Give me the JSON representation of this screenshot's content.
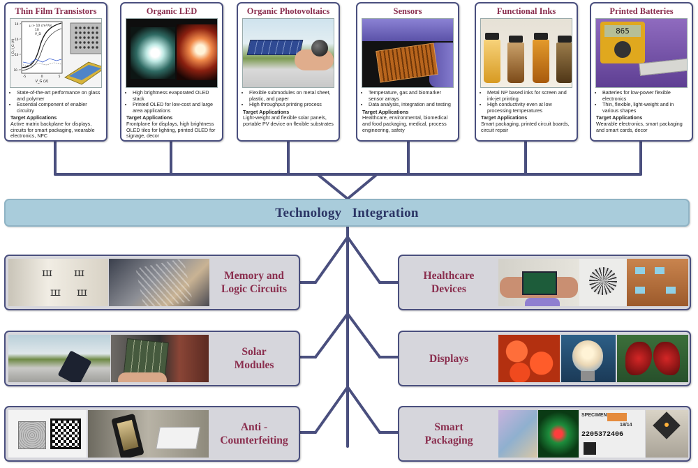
{
  "technologies": [
    {
      "title": "Thin Film Transistors",
      "bullets": [
        "State-of-the-art performance on glass and polymer",
        "Essential component of enabler circuitry"
      ],
      "target_heading": "Target Applications",
      "target_text": "Active matrix backplane for displays, circuits for smart packaging, wearable electronics, NFC",
      "plot": {
        "legend_top": "μ > 10 cm²/Vs",
        "legend_items": [
          "10",
          "V_D"
        ],
        "y_axis_label": "I_D, I_G (A)",
        "x_axis_label": "V_G (V)",
        "y_ticks": [
          "10⁻³",
          "10⁻⁶",
          "10⁻⁹",
          "10⁻¹²"
        ],
        "x_ticks": [
          "-5",
          "0",
          "5"
        ]
      }
    },
    {
      "title": "Organic LED",
      "bullets": [
        "High brightness evaporated OLED stack",
        "Printed OLED for low-cost and large area applications"
      ],
      "target_heading": "Target Applications",
      "target_text": "Frontplane for displays, high brightness OLED tiles for lighting, printed OLED for signage, decor"
    },
    {
      "title": "Organic Photovoltaics",
      "bullets": [
        "Flexible submodules on metal sheet, plastic, and paper",
        "High throughput printing process"
      ],
      "target_heading": "Target Applications",
      "target_text": "Light-weight and flexible solar panels, portable PV device on flexible substrates"
    },
    {
      "title": "Sensors",
      "bullets": [
        "Temperature, gas and biomarker sensor arrays",
        "Data analysis, integration and testing"
      ],
      "target_heading": "Target Applications",
      "target_text": "Healthcare, environmental, biomedical and food packaging, medical, process engineering, safety"
    },
    {
      "title": "Functional Inks",
      "bullets": [
        "Metal NP based inks for screen and ink-jet printing",
        "High conductivity even at low processing temperatures"
      ],
      "target_heading": "Target Applications",
      "target_text": "Smart packaging, printed circuit boards, circuit repair"
    },
    {
      "title": "Printed Batteries",
      "bullets": [
        "Batteries for low-power flexible electronics",
        "Thin, flexible, light-weight and in various shapes"
      ],
      "target_heading": "Target Applications",
      "target_text": "Wearable electronics, smart packaging and smart cards, decor",
      "meter_reading": "865"
    }
  ],
  "integration": {
    "title": "Technology   Integration"
  },
  "applications": {
    "left": [
      {
        "label": "Memory and\nLogic Circuits"
      },
      {
        "label": "Solar\nModules"
      },
      {
        "label": "Anti -\nCounterfeiting"
      }
    ],
    "right": [
      {
        "label": "Healthcare\nDevices"
      },
      {
        "label": "Displays"
      },
      {
        "label": "Smart\nPackaging",
        "specimen_text": "SPECIMEN",
        "specimen_code": "2205372406",
        "specimen_date": "18/14"
      }
    ]
  },
  "colors": {
    "card_border": "#4a4f7e",
    "title_text": "#8a2e4e",
    "integration_bar": "#a9ccdb",
    "integration_text": "#2b3565",
    "connector_line": "#4a4f7e",
    "application_fill": "#d6d6dc"
  }
}
